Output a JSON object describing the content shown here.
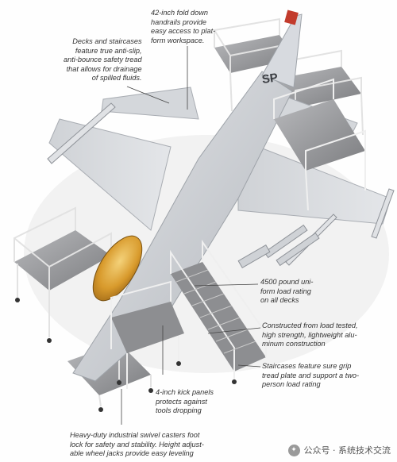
{
  "callouts": {
    "fold_handrails": "42-inch fold down\nhandrails provide\neasy access to plat-\nform workspace.",
    "decks_tread": "Decks and staircases\nfeature true anti-slip,\nanti-bounce safety tread\nthat allows for drainage\nof spilled fluids.",
    "load_rating": "4500 pound uni-\nform load rating\non all decks",
    "aluminum": "Constructed from load tested,\nhigh strength, lightweight alu-\nminum construction",
    "grip_tread": "Staircases feature sure grip\ntread plate and support a two-\nperson load rating",
    "kick_panels": "4-inch kick panels\nprotects against\ntools dropping",
    "casters": "Heavy-duty industrial swivel casters foot\nlock for safety and stability. Height adjust-\nable wheel jacks provide easy leveling"
  },
  "aircraft": {
    "tail_code": "SP"
  },
  "watermark": {
    "text": "公众号 · 系统技术交流",
    "icon": "wechat-icon"
  },
  "colors": {
    "airframe": "#c9ccd1",
    "canopy": "#d9a23b",
    "platform": "#9a9b9e",
    "frame": "#e6e6e6",
    "text": "#333333"
  }
}
